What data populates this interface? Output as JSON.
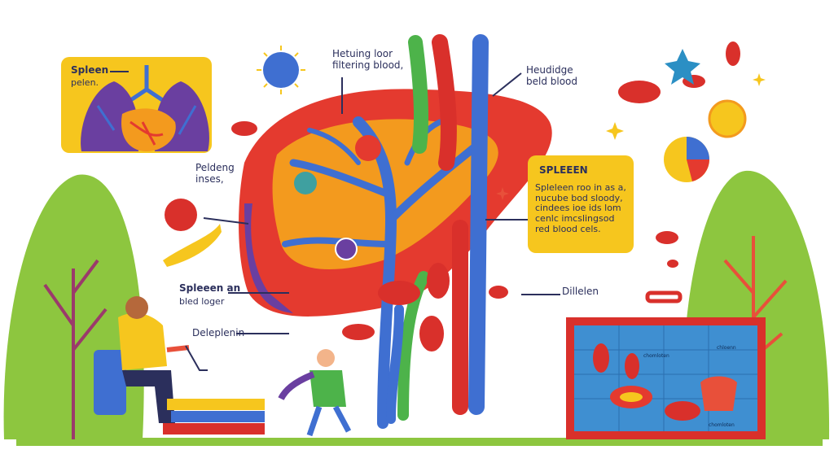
{
  "labels": {
    "top_left_box_title": "Spleen",
    "top_left_box_sub": "pelen.",
    "top_center": "Hetuing loor\nfiltering blood,",
    "top_right": "Heudidge\nbeld blood",
    "left_mid": "Peldeng\ninses,",
    "right_box_title": "SPLEEEN",
    "right_box_body": "Spleleen roo in as a,\nnucube bod sloody,\ncindees ioe ids lom\ncenlc imcslingsod\nred blood cels.",
    "left_lower_title": "Spleeen an",
    "left_lower_sub": "bled loger",
    "left_bottom": "Deleplenin",
    "right_lower": "Dillelen",
    "board_badge": "—",
    "board_tiny_1": "chomloten",
    "board_tiny_2": "chloenn",
    "board_tiny_3": "chomloten"
  },
  "colors": {
    "yellow_box": "#f6c61e",
    "liver_red": "#e43a2f",
    "vein_blue": "#3f6fd1",
    "artery_red": "#d9302b",
    "green_tree": "#8dc63f",
    "text_navy": "#2b2f5c"
  }
}
